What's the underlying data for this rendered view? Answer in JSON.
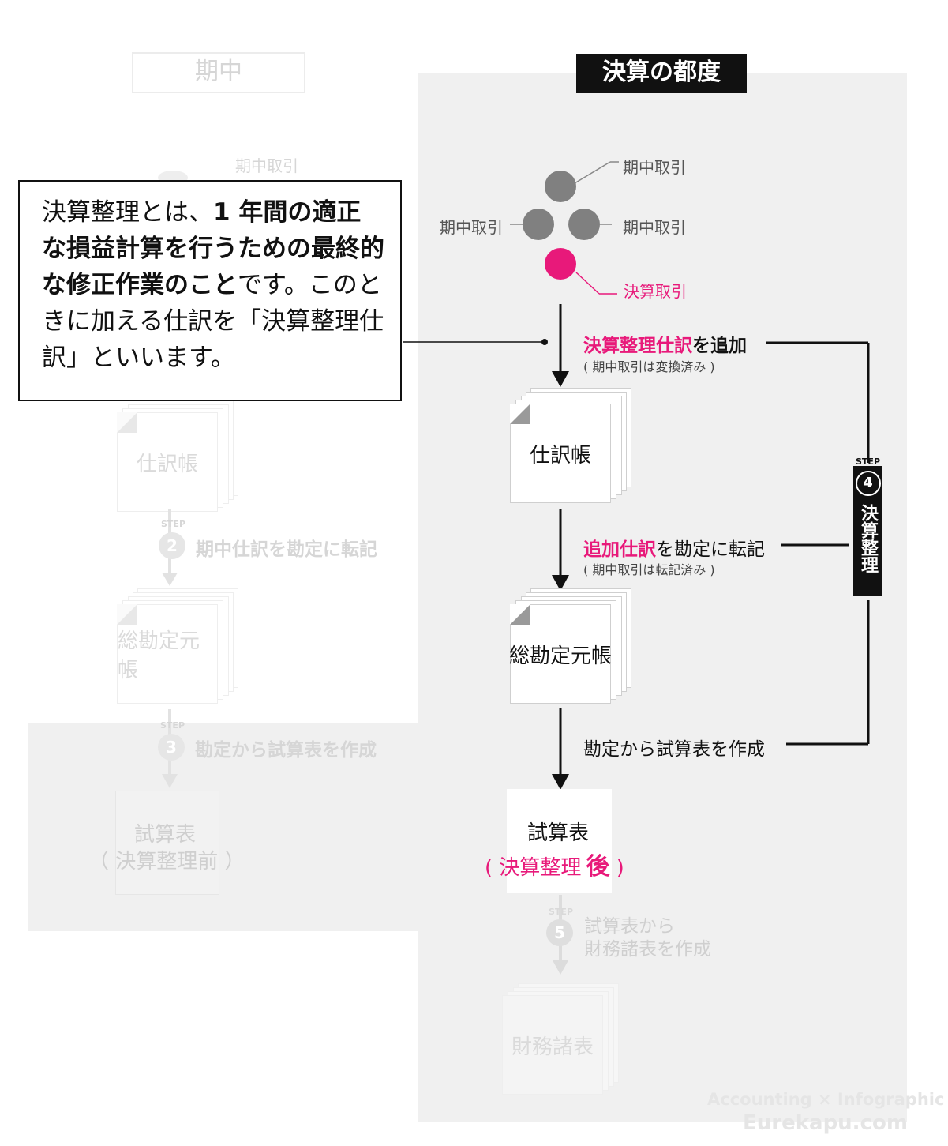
{
  "left_panel": {
    "header": "期中",
    "transaction_label": "期中取引",
    "journal": "仕訳帳",
    "step2": {
      "step_word": "STEP",
      "number": "2",
      "label": "期中仕訳を勘定に転記"
    },
    "ledger": "総勘定元帳",
    "step3": {
      "step_word": "STEP",
      "number": "3",
      "label": "勘定から試算表を作成"
    },
    "trial_balance": "試算表",
    "trial_balance_sub": "（ 決算整理前 ）"
  },
  "right_panel": {
    "header": "決算の都度",
    "txn_top": "期中取引",
    "txn_left": "期中取引",
    "txn_right": "期中取引",
    "txn_closing": "決算取引",
    "add_entries": {
      "pink": "決算整理仕訳",
      "black": "を追加",
      "sub": "( 期中取引は変換済み )"
    },
    "journal": "仕訳帳",
    "post_entries": {
      "pink": "追加仕訳",
      "black": "を勘定に転記",
      "sub": "( 期中取引は転記済み )"
    },
    "ledger": "総勘定元帳",
    "create_tb": "勘定から試算表を作成",
    "trial_balance": "試算表",
    "trial_balance_sub_a": "( 決算整理",
    "trial_balance_sub_b": "後",
    "trial_balance_sub_c": " )",
    "step5": {
      "step_word": "STEP",
      "number": "5",
      "label_1": "試算表から",
      "label_2": "財務諸表を作成"
    },
    "financial_statements": "財務諸表",
    "step4": {
      "step_word": "STEP",
      "number": "4",
      "label": "決算整理"
    }
  },
  "callout": {
    "p1": "決算整理とは、",
    "b1": "1 年間の適正な損益計算を行うための最終的な修正作業のこと",
    "p2": "です。このときに加える仕訳を「決算整理仕訳」といいます。"
  },
  "watermark": {
    "line1": "Accounting × Infographic",
    "line2": "Eurekapu.com"
  },
  "colors": {
    "accent_pink": "#e8197a",
    "grey_dot": "#808080",
    "panel_bg": "#f0f0f0"
  }
}
